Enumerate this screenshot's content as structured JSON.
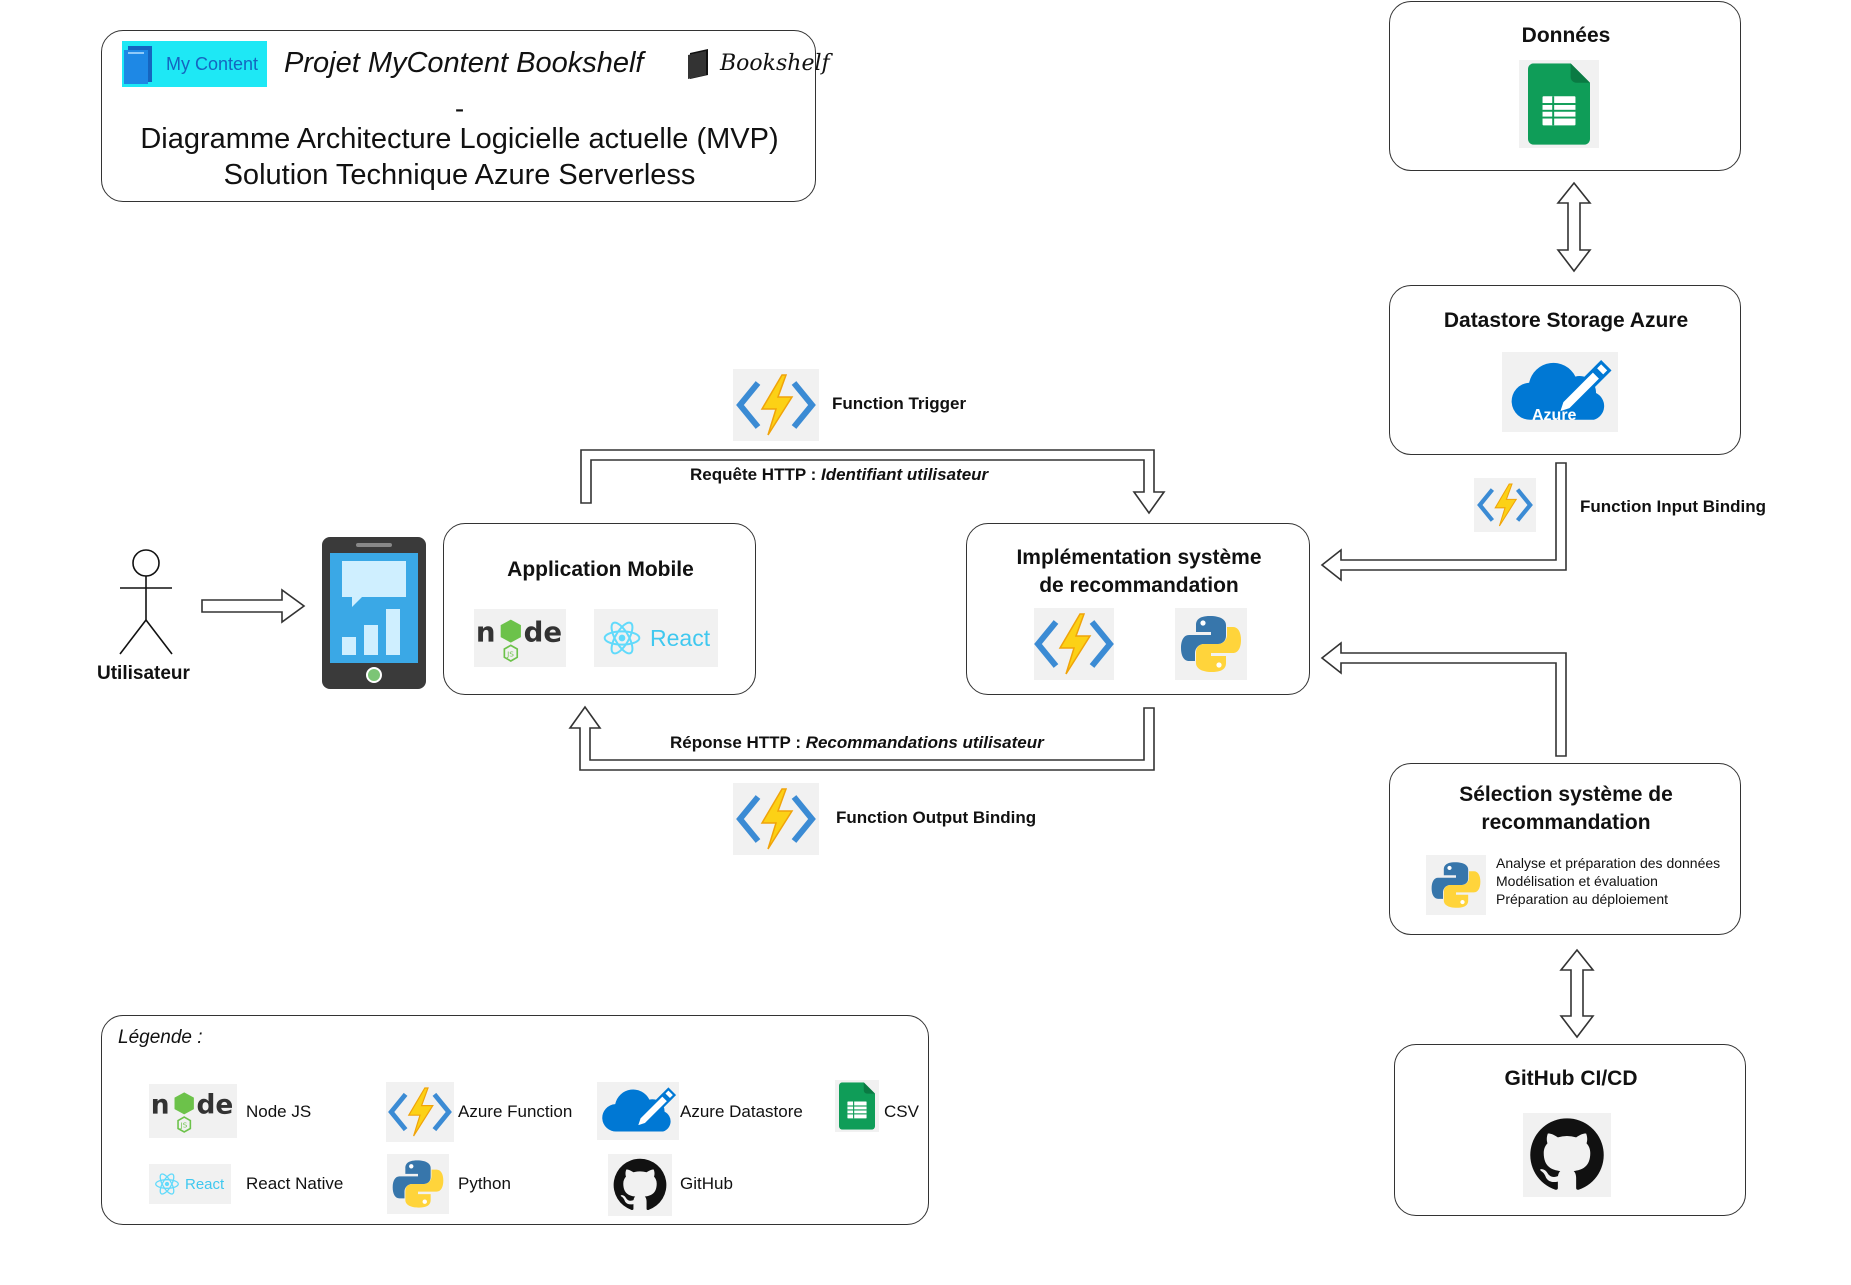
{
  "title": {
    "mycontent_logo": "My Content",
    "project": "Projet MyContent Bookshelf",
    "bookshelf_logo": "Bookshelf",
    "dash": "-",
    "line1": "Diagramme Architecture Logicielle actuelle (MVP)",
    "line2": "Solution Technique Azure Serverless"
  },
  "user": {
    "label": "Utilisateur"
  },
  "app_mobile": {
    "title": "Application Mobile",
    "node_logo": "node",
    "react_logo": "React"
  },
  "reco_impl": {
    "title_line1": "Implémentation système",
    "title_line2": "de recommandation"
  },
  "donnees": {
    "title": "Données"
  },
  "datastore": {
    "title": "Datastore Storage Azure",
    "azure_label": "Azure"
  },
  "selection": {
    "title_line1": "Sélection système de",
    "title_line2": "recommandation",
    "steps": [
      "Analyse et préparation des données",
      "Modélisation et évaluation",
      "Préparation au déploiement"
    ]
  },
  "github": {
    "title": "GitHub CI/CD"
  },
  "flows": {
    "function_trigger": "Function Trigger",
    "request_prefix": "Requête HTTP : ",
    "request_value": "Identifiant utilisateur",
    "response_prefix": "Réponse HTTP : ",
    "response_value": "Recommandations utilisateur",
    "function_output": "Function Output Binding",
    "function_input": "Function Input Binding"
  },
  "legend": {
    "title": "Légende :",
    "items": [
      "Node JS",
      "Azure Function",
      "Azure Datastore",
      "CSV",
      "React Native",
      "Python",
      "GitHub"
    ]
  },
  "colors": {
    "azure_blue": "#0078d4",
    "function_yellow": "#fcd116",
    "function_orange": "#f0a30a",
    "react_cyan": "#61dafb",
    "python_blue": "#3776ab",
    "python_yellow": "#ffd43b",
    "sheets_green": "#0f9d58",
    "mycontent_cyan": "#1ee8f5",
    "phone_screen": "#3aa8e6"
  }
}
